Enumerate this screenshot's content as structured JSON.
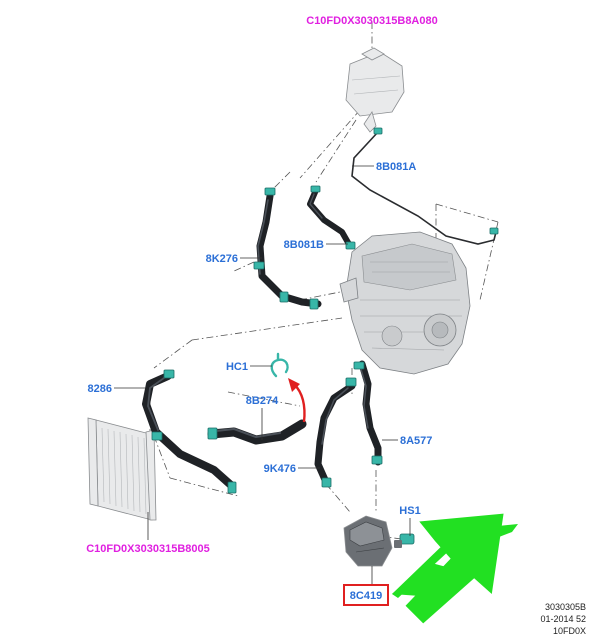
{
  "labels": {
    "reservoir": "C10FD0X3030315B8A080",
    "radiator": "C10FD0X3030315B8005",
    "hose_8b081a": "8B081A",
    "hose_8k276": "8K276",
    "hose_8b081b": "8B081B",
    "clip_hc1": "HC1",
    "hose_8286": "8286",
    "hose_8b274": "8B274",
    "hose_8a577": "8A577",
    "hose_9k476": "9K476",
    "clamp_hs1": "HS1",
    "pump_8c419": "8C419"
  },
  "reference": {
    "line1": "3030305B",
    "line2": "01-2014 52",
    "line3": "10FD0X"
  },
  "colors": {
    "part_label": "#2b6fd6",
    "assembly_label": "#e020e0",
    "highlight_box": "#e02020",
    "pointer_arrow": "#22e022",
    "direction_arrow": "#e02020",
    "clamp": "#38b6a8"
  }
}
